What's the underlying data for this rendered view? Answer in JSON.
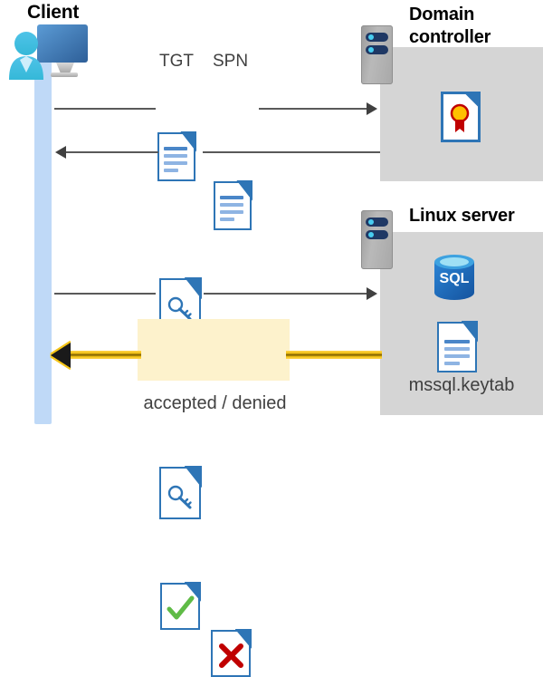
{
  "diagram": {
    "title_client": "Client",
    "title_domain_controller": "Domain\ncontroller",
    "title_domain_controller_line1": "Domain",
    "title_domain_controller_line2": "controller",
    "title_linux_server": "Linux server",
    "labels": {
      "tgt": "TGT",
      "spn": "SPN",
      "accepted_denied": "accepted / denied",
      "keytab": "mssql.keytab",
      "sql": "SQL"
    },
    "icons": {
      "client_user": "user-monitor-icon",
      "server_rack": "server-rack-icon",
      "certificate": "certificate-document-icon",
      "sql_database": "sql-database-icon",
      "keytab_document": "keytab-document-icon",
      "ticket_document": "key-document-icon",
      "accepted_document": "check-document-icon",
      "denied_document": "x-document-icon"
    },
    "flows": [
      {
        "id": "flow-1",
        "direction": "right",
        "from": "client",
        "to": "domain-controller",
        "payload": "TGT + SPN"
      },
      {
        "id": "flow-2",
        "direction": "left",
        "from": "domain-controller",
        "to": "client",
        "payload": "service ticket"
      },
      {
        "id": "flow-3",
        "direction": "right",
        "from": "client",
        "to": "linux-server",
        "payload": "service ticket"
      },
      {
        "id": "flow-4",
        "direction": "left",
        "from": "linux-server",
        "to": "client",
        "payload": "accepted / denied"
      }
    ],
    "colors": {
      "panel_gray": "#d5d5d5",
      "lifeline_blue": "#bfd9f7",
      "doc_blue": "#2e75b6",
      "highlight_yellow": "#fdf2cc",
      "gold_arrow": "#f5c518",
      "accent_green": "#5fbb46",
      "accent_red": "#c00000",
      "sql_blue": "#1b6ec2",
      "line_gray": "#595959"
    }
  }
}
